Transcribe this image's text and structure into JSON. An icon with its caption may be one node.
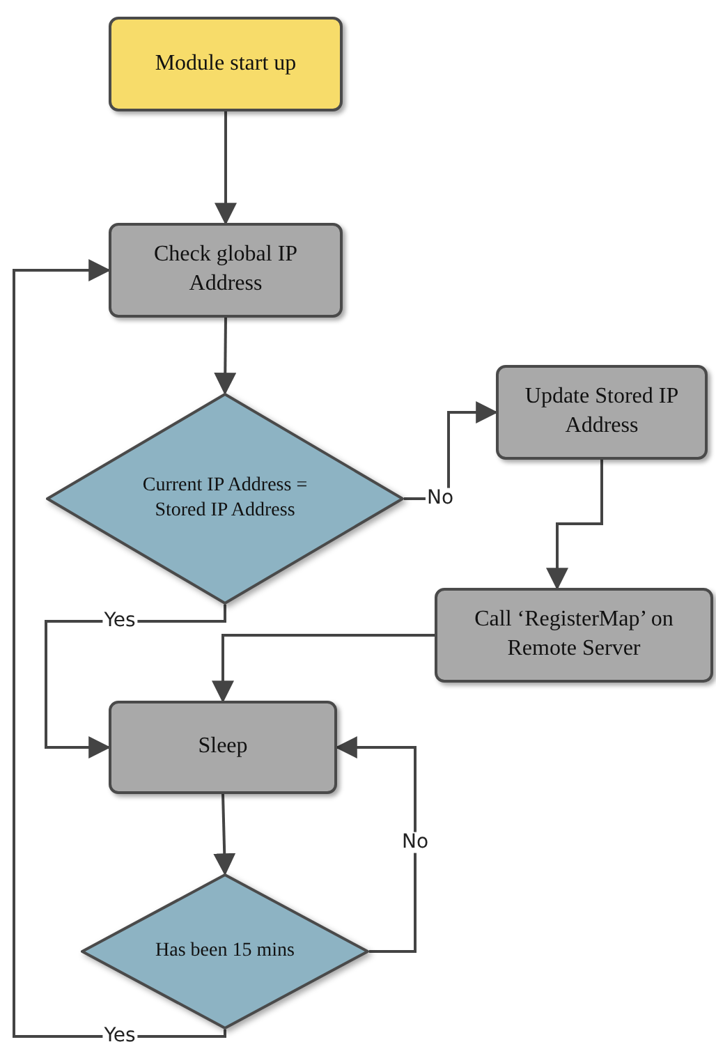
{
  "diagram": {
    "nodes": [
      {
        "text": [
          "Module start up"
        ]
      },
      {
        "text": [
          "Check global IP Address"
        ]
      },
      {
        "text": [
          "Current IP Address = Stored IP Address"
        ]
      },
      {
        "text": [
          "Update Stored IP Address"
        ]
      },
      {
        "text": [
          "Call ‘RegisterMap’ on Remote Server"
        ]
      },
      {
        "text": [
          "Sleep"
        ]
      },
      {
        "text": [
          "Has been 15 mins"
        ]
      }
    ],
    "edges": [
      {
        "from": 0,
        "to": 1,
        "arrow": "to"
      },
      {
        "from": 1,
        "to": 2,
        "arrow": "to"
      },
      {
        "from": 2,
        "to": 3,
        "arrow": "to",
        "label": "No"
      },
      {
        "from": 3,
        "to": 4,
        "arrow": "to"
      },
      {
        "from": 4,
        "to": 5,
        "arrow": "to"
      },
      {
        "from": 2,
        "to": 5,
        "arrow": "to",
        "label": "Yes"
      },
      {
        "from": 5,
        "to": 6,
        "arrow": "to"
      },
      {
        "from": 6,
        "to": 5,
        "arrow": "to",
        "label": "No"
      },
      {
        "from": 6,
        "to": 1,
        "arrow": "to",
        "label": "Yes"
      }
    ]
  }
}
